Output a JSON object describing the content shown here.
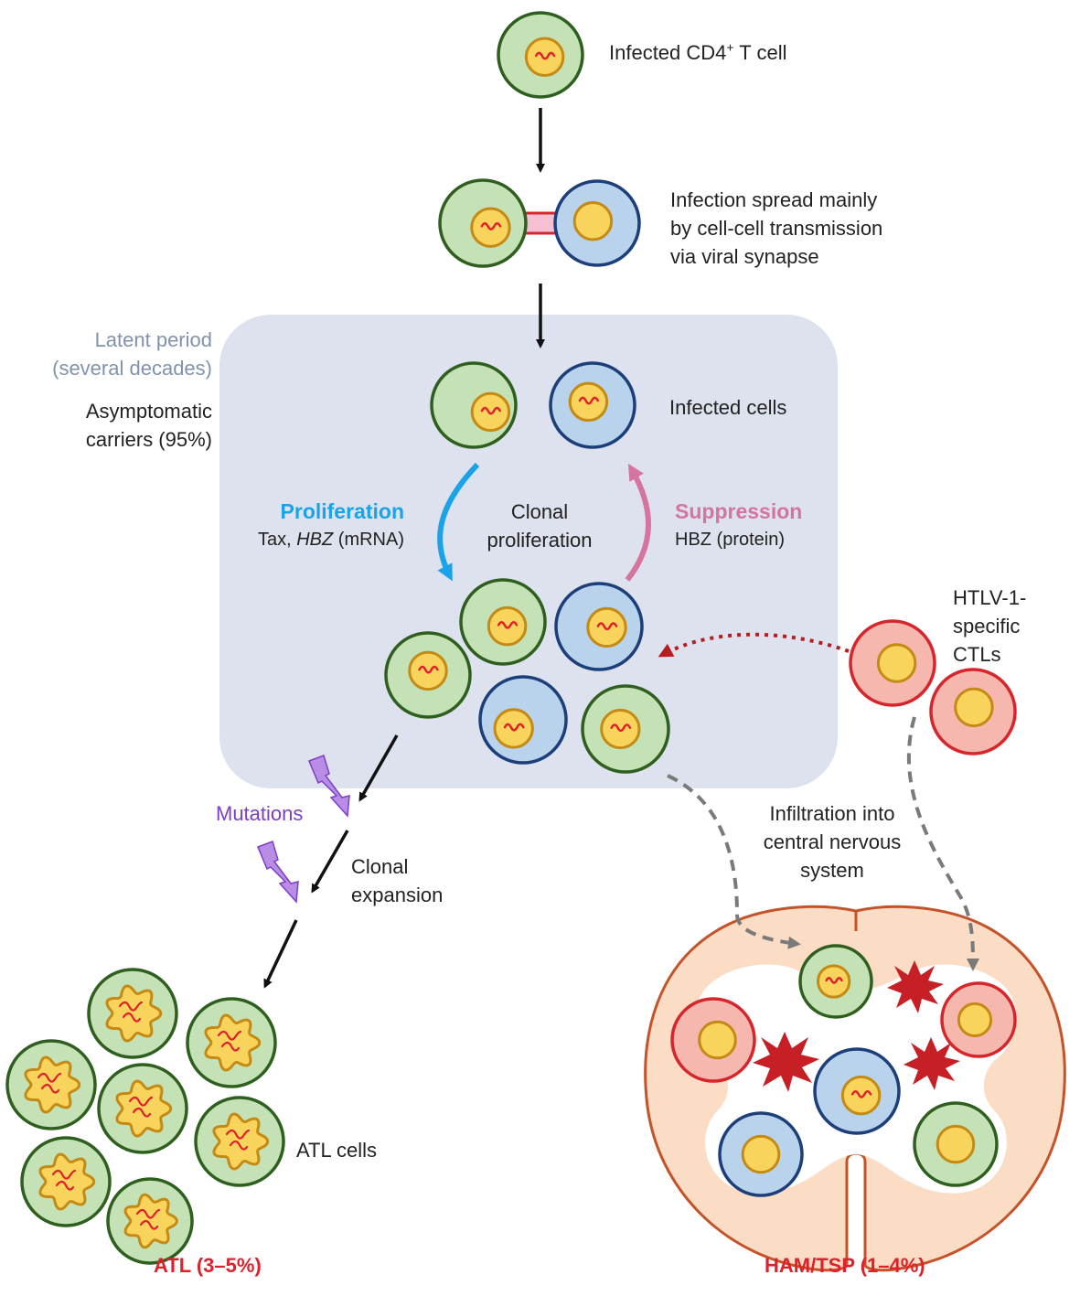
{
  "labels": {
    "infected_cd4": "Infected CD4",
    "infected_cd4_sup": "+",
    "infected_cd4_tail": " T cell",
    "spread_1": "Infection spread mainly",
    "spread_2": "by cell-cell transmission",
    "spread_3": "via viral synapse",
    "latent_1": "Latent period",
    "latent_2": "(several decades)",
    "asymp_1": "Asymptomatic",
    "asymp_2": "carriers (95%)",
    "infected_cells": "Infected cells",
    "proliferation": "Proliferation",
    "prolif_sub_1": "Tax, ",
    "prolif_sub_hbz": "HBZ",
    "prolif_sub_2": " (mRNA)",
    "clonal_1": "Clonal",
    "clonal_2": "proliferation",
    "suppression": "Suppression",
    "suppression_sub": "HBZ (protein)",
    "ctl_1": "HTLV-1-",
    "ctl_2": "specific",
    "ctl_3": "CTLs",
    "mutations": "Mutations",
    "expansion_1": "Clonal",
    "expansion_2": "expansion",
    "infiltration_1": "Infiltration into",
    "infiltration_2": "central nervous",
    "infiltration_3": "system",
    "atl_cells": "ATL cells",
    "atl_outcome": "ATL (3–5%)",
    "ham_outcome": "HAM/TSP (1–4%)"
  },
  "colors": {
    "infected_fill": "#c5e2b7",
    "infected_stroke": "#2f5f1f",
    "target_fill": "#b9d3ec",
    "target_stroke": "#1c3f7a",
    "ctl_fill": "#f6b7ae",
    "ctl_stroke": "#d6262c",
    "nucleus_fill": "#f9d45c",
    "nucleus_stroke": "#c58a14",
    "virus_squiggle": "#e0202a",
    "latent_box": "#dde2ee",
    "proliferation_arrow": "#1aa3e8",
    "suppression_arrow": "#d5749f",
    "lightning": "#b98de6",
    "spinal_cord": "#fbdcc4",
    "spinal_cord_stroke": "#c4532a",
    "damage_burst": "#c62026",
    "outcome_text": "#e0202a"
  },
  "icons": {
    "cell_infected": "green-cell-with-provirus",
    "cell_target": "blue-cell",
    "cell_ctl": "red-cytotoxic-t-cell",
    "atl_cell": "flower-nucleus-leukemic-cell",
    "mutation": "lightning-icon",
    "damage": "burst-icon"
  }
}
